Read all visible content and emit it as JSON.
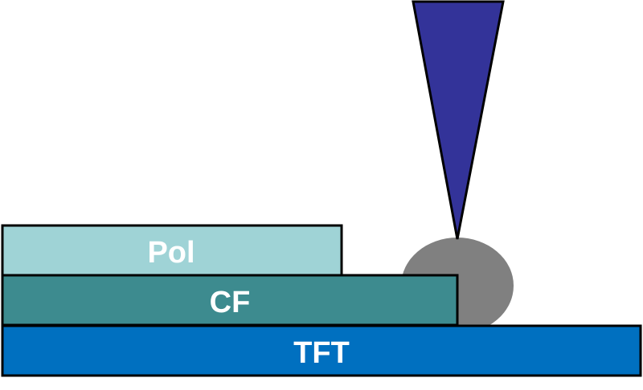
{
  "layers": {
    "pol": {
      "label": "Pol",
      "color": "#9fd3d6"
    },
    "cf": {
      "label": "CF",
      "color": "#3d8b8f"
    },
    "tft": {
      "label": "TFT",
      "color": "#0070c0"
    }
  },
  "droplet": {
    "color": "#808080"
  },
  "needle": {
    "color": "#333399"
  },
  "outline_color": "#000000"
}
